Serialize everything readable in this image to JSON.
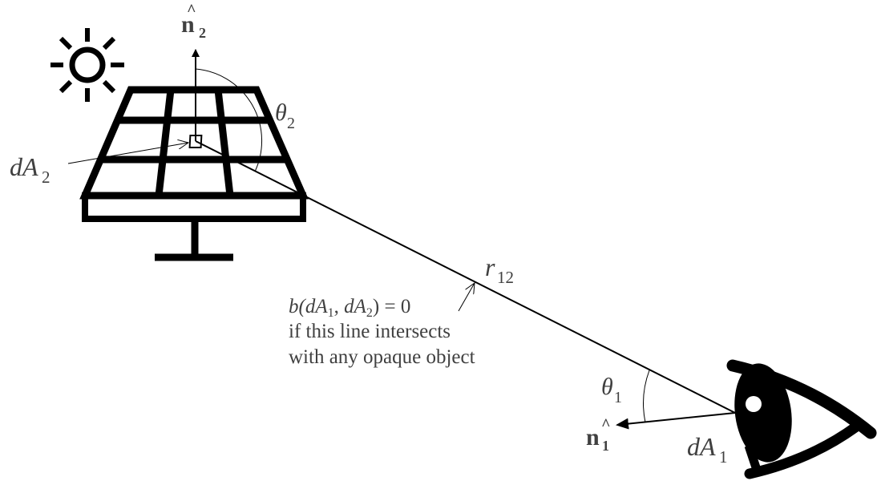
{
  "diagram": {
    "title": "Radiative exchange between differential areas",
    "colors": {
      "stroke": "#000000",
      "text": "#404040",
      "background": "#ffffff"
    },
    "labels": {
      "normal_2": {
        "base": "n",
        "hat": "^",
        "sub": "2"
      },
      "normal_1": {
        "base": "n",
        "hat": "^",
        "sub": "1"
      },
      "theta_2": {
        "base": "θ",
        "sub": "2"
      },
      "theta_1": {
        "base": "θ",
        "sub": "1"
      },
      "dA_2": {
        "base": "dA",
        "sub": "2"
      },
      "dA_1": {
        "base": "dA",
        "sub": "1"
      },
      "r_12": {
        "base": "r",
        "sub": "12"
      }
    },
    "annotation": {
      "formula": {
        "prefix": "b(",
        "arg1_base": "dA",
        "arg1_sub": "1",
        "sep": ", ",
        "arg2_base": "dA",
        "arg2_sub": "2",
        "suffix": ") = 0"
      },
      "line_2": "if this line intersects",
      "line_3": "with any opaque object"
    },
    "icons": {
      "sun": "sun-icon",
      "solar_panel": "solar-panel-icon",
      "eye": "eye-icon"
    }
  }
}
